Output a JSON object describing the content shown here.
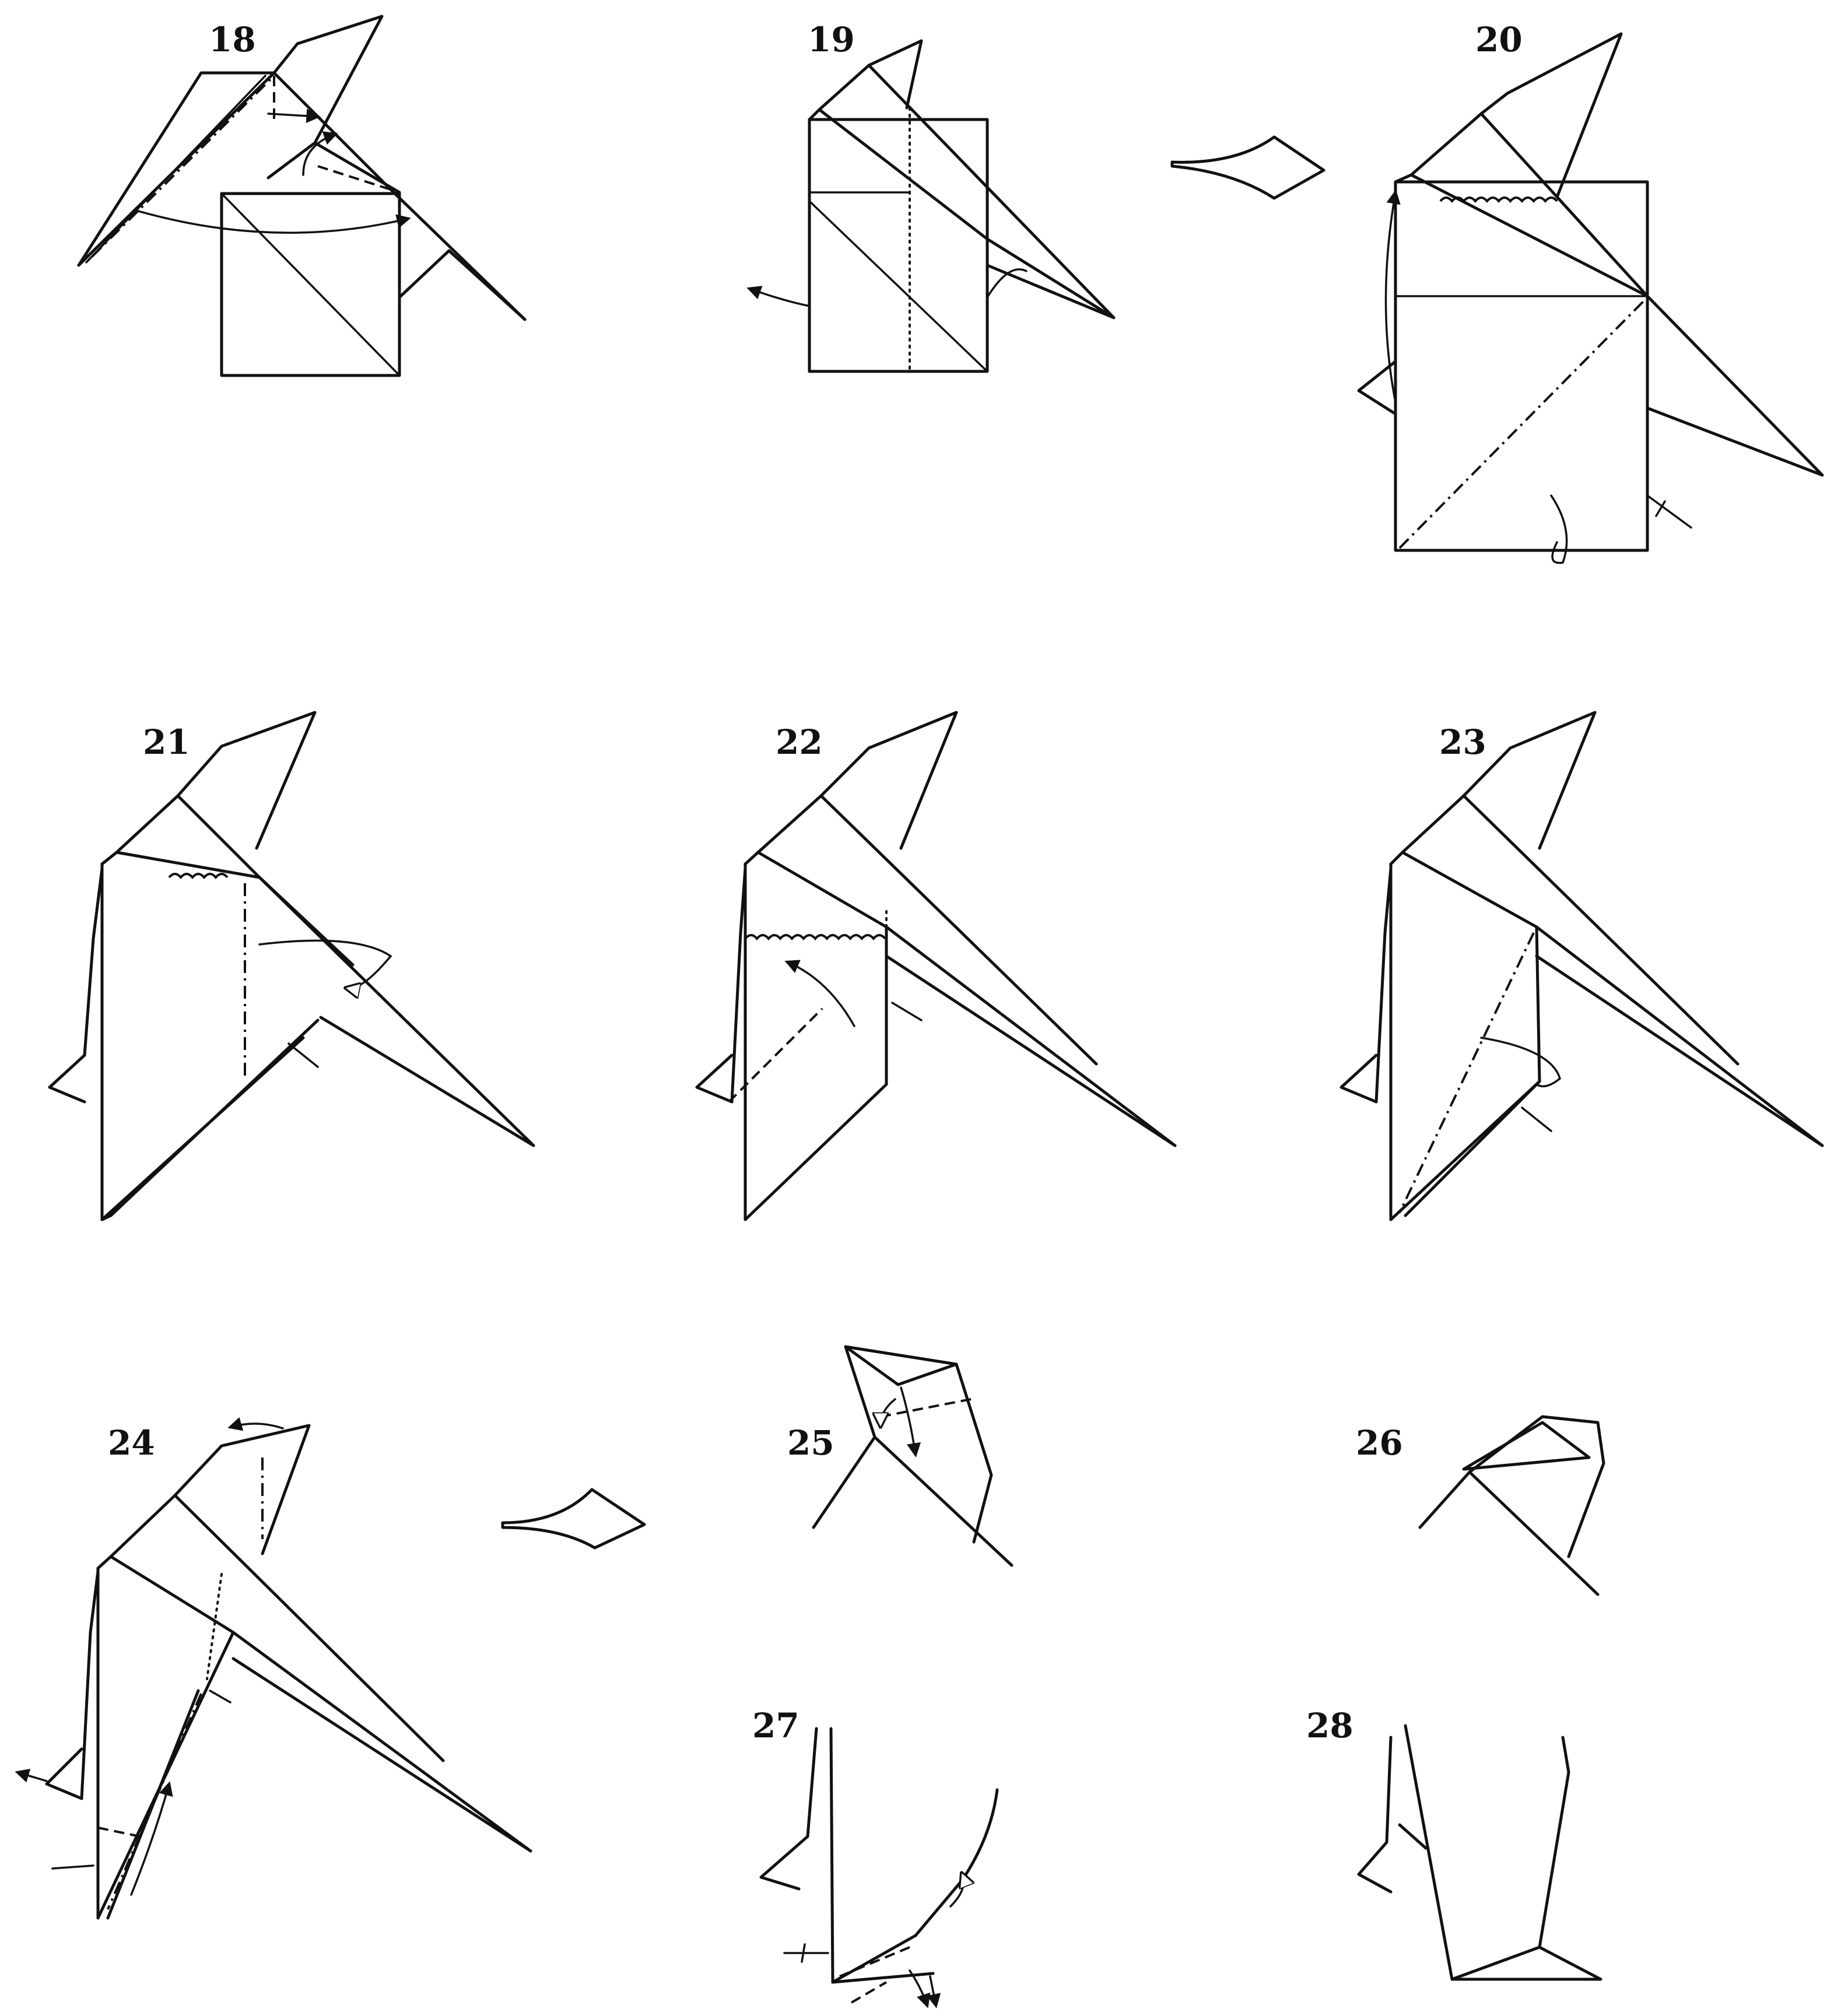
{
  "steps": [
    {
      "number": "18"
    },
    {
      "number": "19"
    },
    {
      "number": "20"
    },
    {
      "number": "21"
    },
    {
      "number": "22"
    },
    {
      "number": "23"
    },
    {
      "number": "24"
    },
    {
      "number": "25"
    },
    {
      "number": "26"
    },
    {
      "number": "27"
    },
    {
      "number": "28"
    }
  ],
  "symbols": {
    "turn_over": "turn-over-arrow-icon",
    "enlarge": "enlarge-view-icon"
  }
}
